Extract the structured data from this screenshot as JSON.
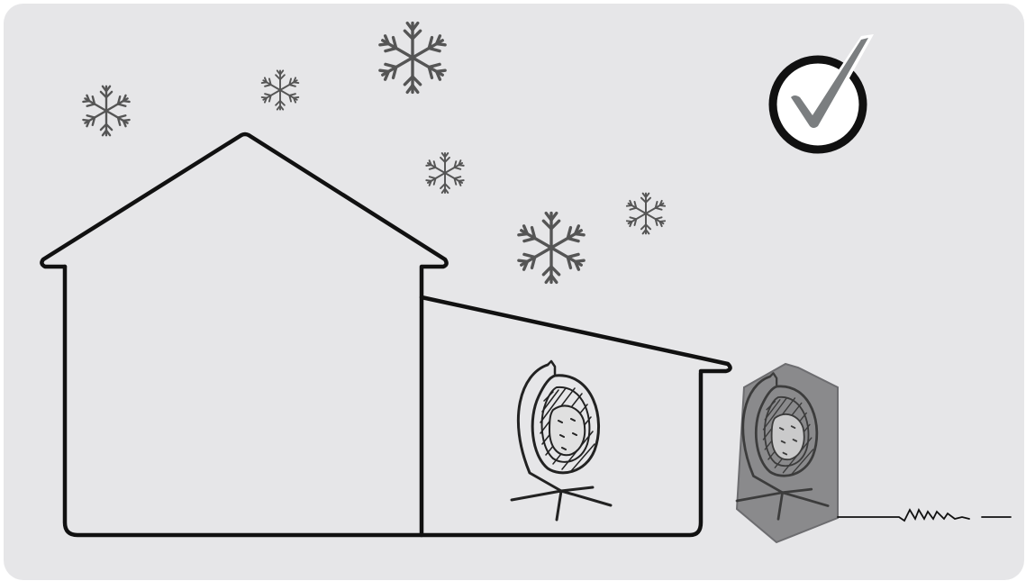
{
  "diagram": {
    "colors": {
      "background": "#e6e6e8",
      "outline": "#111111",
      "snowflake": "#555555",
      "cover": "#8a8a8c",
      "checkmark": "#7b7e80"
    },
    "icons": {
      "house": "house-outline",
      "snowflakes": "snowflake-icon",
      "indoor_chair": "egg-chair-indoor",
      "covered_chair": "egg-chair-covered",
      "check": "checkmark-icon"
    }
  }
}
